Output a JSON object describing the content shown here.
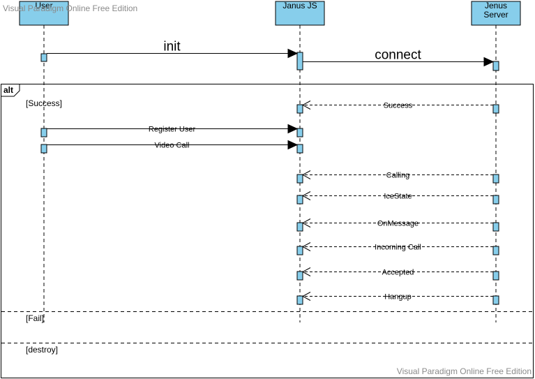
{
  "watermark": {
    "top": "Visual Paradigm Online Free Edition",
    "bottom": "Visual Paradigm Online Free Edition"
  },
  "colors": {
    "lifeline_fill": "#87CEEB",
    "activation_fill": "#87CEEB",
    "stroke": "#000000",
    "watermark": "#8a8a8a"
  },
  "lifelines": [
    {
      "id": "user",
      "lines": [
        "User"
      ]
    },
    {
      "id": "janus",
      "lines": [
        "Janus JS"
      ]
    },
    {
      "id": "server",
      "lines": [
        "Jenus",
        "Server"
      ]
    }
  ],
  "fragment": {
    "operator": "alt",
    "guards": [
      "[Success]",
      "[Fail]",
      "[destroy]"
    ]
  },
  "messages": [
    {
      "label": "init",
      "from": "user",
      "to": "janus",
      "style": "sync",
      "size": "large"
    },
    {
      "label": "connect",
      "from": "janus",
      "to": "server",
      "style": "sync",
      "size": "large"
    },
    {
      "label": "Success",
      "from": "server",
      "to": "janus",
      "style": "reply",
      "size": "small"
    },
    {
      "label": "Register User",
      "from": "user",
      "to": "janus",
      "style": "sync",
      "size": "small"
    },
    {
      "label": "Video Call",
      "from": "user",
      "to": "janus",
      "style": "sync",
      "size": "small"
    },
    {
      "label": "Calling",
      "from": "server",
      "to": "janus",
      "style": "reply",
      "size": "small"
    },
    {
      "label": "IceState",
      "from": "server",
      "to": "janus",
      "style": "reply",
      "size": "small"
    },
    {
      "label": "OnMessage",
      "from": "server",
      "to": "janus",
      "style": "reply",
      "size": "small"
    },
    {
      "label": "Incoming  Call",
      "from": "server",
      "to": "janus",
      "style": "reply",
      "size": "small"
    },
    {
      "label": "Accepted",
      "from": "server",
      "to": "janus",
      "style": "reply",
      "size": "small"
    },
    {
      "label": "Hangup",
      "from": "server",
      "to": "janus",
      "style": "reply",
      "size": "small"
    }
  ]
}
